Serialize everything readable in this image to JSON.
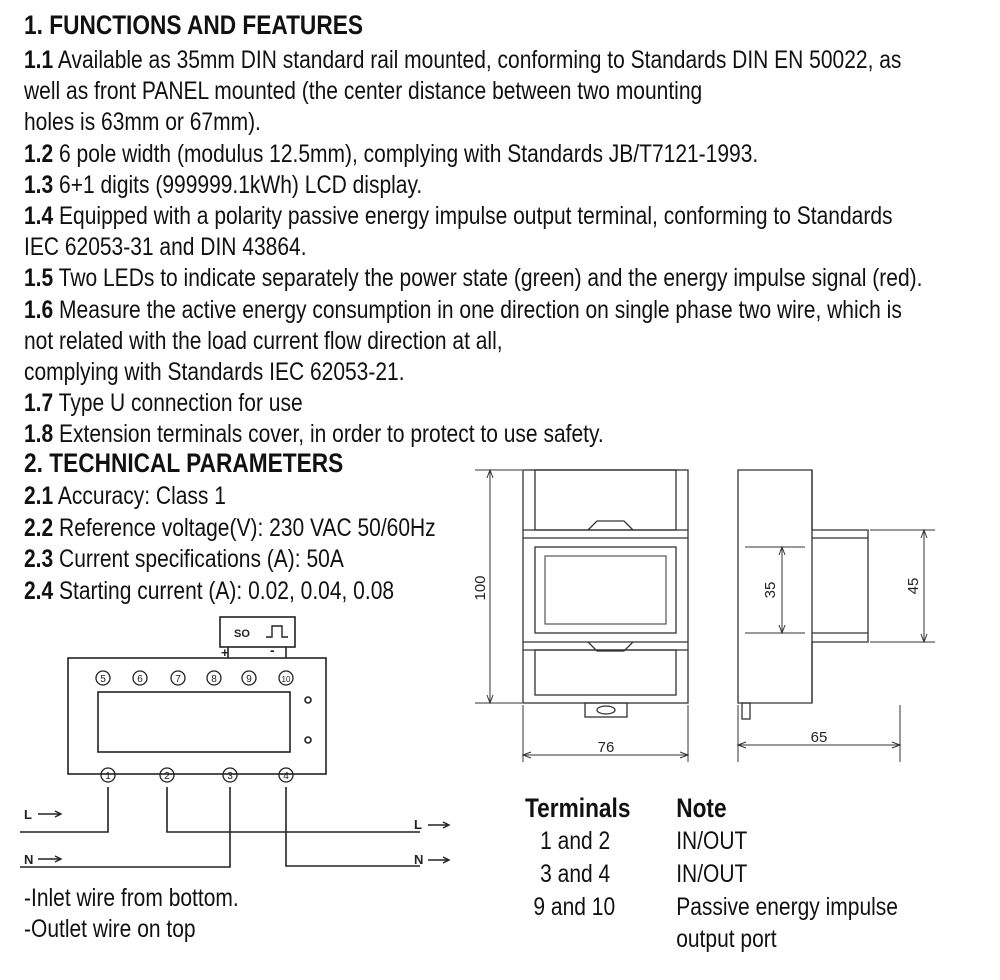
{
  "section1": {
    "heading": "1. FUNCTIONS AND FEATURES",
    "items": [
      {
        "num": "1.1",
        "text": " Available as 35mm DIN standard rail mounted, conforming to Standards DIN EN 50022, as"
      },
      {
        "num": "",
        "text": "well as front PANEL mounted (the center distance between two mounting"
      },
      {
        "num": "",
        "text": "holes is 63mm or 67mm)."
      },
      {
        "num": "1.2",
        "text": " 6 pole width (modulus 12.5mm), complying with Standards JB/T7121-1993."
      },
      {
        "num": "1.3",
        "text": " 6+1 digits (999999.1kWh) LCD display."
      },
      {
        "num": "1.4",
        "text": " Equipped with a polarity passive energy impulse output terminal, conforming to Standards"
      },
      {
        "num": "",
        "text": "IEC 62053-31 and DIN 43864."
      },
      {
        "num": "1.5",
        "text": " Two LEDs to indicate separately the power state (green) and the energy impulse signal (red)."
      },
      {
        "num": "1.6",
        "text": " Measure the active energy consumption in one direction on single phase two wire, which is"
      },
      {
        "num": "",
        "text": "not related with the load current flow direction at all,"
      },
      {
        "num": "",
        "text": "complying with Standards IEC 62053-21."
      },
      {
        "num": "1.7",
        "text": "  Type U connection for use"
      },
      {
        "num": "1.8",
        "text": " Extension terminals cover, in order to protect to use safety."
      }
    ]
  },
  "section2": {
    "heading": "2. TECHNICAL PARAMETERS",
    "items": [
      {
        "num": "2.1",
        "text": " Accuracy:  Class 1"
      },
      {
        "num": "2.2",
        "text": " Reference voltage(V): 230 VAC 50/60Hz"
      },
      {
        "num": "2.3",
        "text": " Current specifications (A): 50A"
      },
      {
        "num": "2.4",
        "text": " Starting current (A): 0.02, 0.04, 0.08"
      }
    ]
  },
  "wiring": {
    "s0_label": "SO",
    "plus": "+",
    "minus": "-",
    "top_terminals": [
      "5",
      "6",
      "7",
      "8",
      "9",
      "10"
    ],
    "bottom_terminals": [
      "1",
      "2",
      "3",
      "4"
    ],
    "L_in": "L",
    "N_in": "N",
    "L_out": "L",
    "N_out": "N",
    "notes": [
      "-Inlet wire from bottom.",
      "-Outlet wire on top"
    ]
  },
  "dimensions": {
    "height": "100",
    "width": "76",
    "mid": "35",
    "side_mid": "45",
    "depth": "65"
  },
  "terminal_table": {
    "col1_header": "Terminals",
    "col2_header": "Note",
    "rows": [
      {
        "terminals": "1 and 2",
        "note": "IN/OUT"
      },
      {
        "terminals": "3 and 4",
        "note": "IN/OUT"
      },
      {
        "terminals": "9 and 10",
        "note": "Passive energy impulse"
      },
      {
        "terminals": "",
        "note": "output port"
      }
    ]
  }
}
